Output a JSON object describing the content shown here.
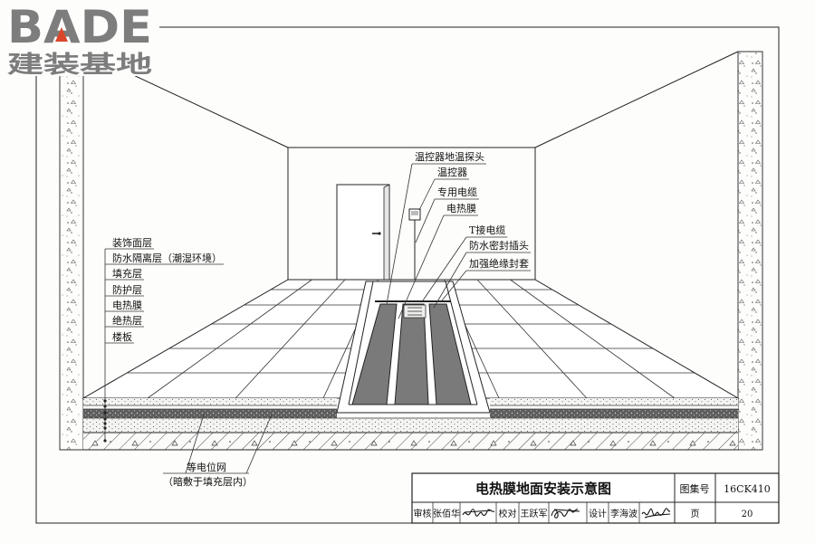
{
  "logo": {
    "brand": "BADE",
    "tagline": "建装基地"
  },
  "colors": {
    "logo_gray": "#7d7d7d",
    "logo_accent": "#d9462c",
    "heating_film": "#7a7a7a"
  },
  "layer_labels": [
    "装饰面层",
    "防水隔离层（潮湿环境）",
    "填充层",
    "防护层",
    "电热膜",
    "绝热层",
    "楼板"
  ],
  "component_labels": [
    "温控器地温探头",
    "温控器",
    "专用电缆",
    "电热膜",
    "T接电缆",
    "防水密封插头",
    "加强绝缘封套"
  ],
  "equipotential_note": {
    "label": "等电位网",
    "detail": "（暗敷于填充层内）"
  },
  "title_block": {
    "title": "电热膜地面安装示意图",
    "atlas_label": "图集号",
    "atlas_number": "16CK410",
    "review_label": "审核",
    "reviewer": "张佰华",
    "check_label": "校对",
    "checker": "王跃军",
    "design_label": "设计",
    "designer": "李海波",
    "page_label": "页",
    "page_number": "20"
  }
}
